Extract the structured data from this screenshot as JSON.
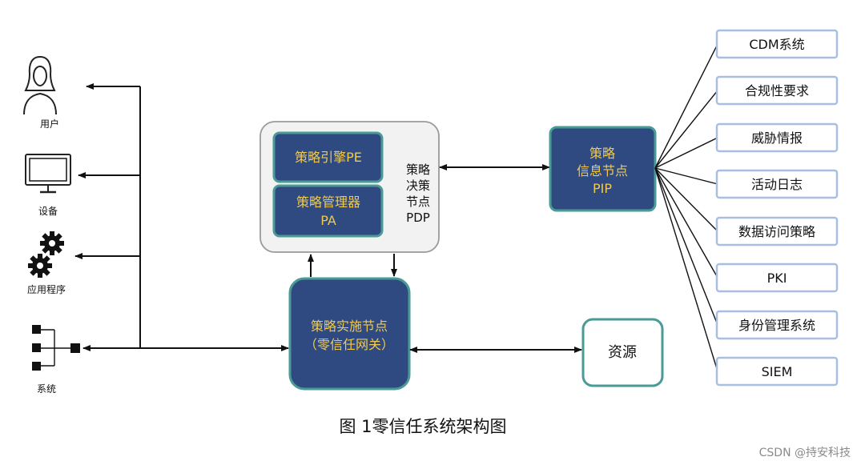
{
  "left": {
    "user_label": "用户",
    "device_label": "设备",
    "app_label": "应用程序",
    "system_label": "系统"
  },
  "pdp": {
    "pe_label": "策略引擎PE",
    "pa_line1": "策略管理器",
    "pa_line2": "PA",
    "side_line1": "策略",
    "side_line2": "决策",
    "side_line3": "节点",
    "side_line4": "PDP"
  },
  "pip": {
    "line1": "策略",
    "line2": "信息节点",
    "line3": "PIP"
  },
  "pep": {
    "line1": "策略实施节点",
    "line2": "（零信任网关）"
  },
  "resource": {
    "label": "资源"
  },
  "sources": [
    "CDM系统",
    "合规性要求",
    "威胁情报",
    "活动日志",
    "数据访问策略",
    "PKI",
    "身份管理系统",
    "SIEM"
  ],
  "caption": "图 1零信任系统架构图",
  "watermark": "CSDN @持安科技"
}
